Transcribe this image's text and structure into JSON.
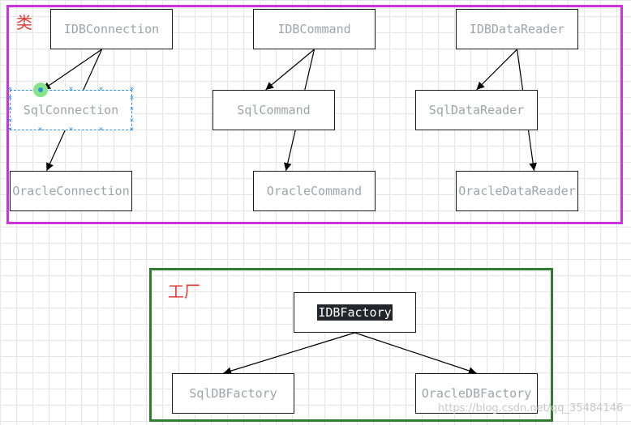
{
  "groups": {
    "classes": {
      "label": "类",
      "border_color": "#cc33dd"
    },
    "factory": {
      "label": "工厂",
      "border_color": "#2e7d32"
    }
  },
  "nodes": {
    "idb_connection": "IDBConnection",
    "idb_command": "IDBCommand",
    "idb_datareader": "IDBDataReader",
    "sql_connection": "SqlConnection",
    "sql_command": "SqlCommand",
    "sql_datareader": "SqlDataReader",
    "oracle_connection": "OracleConnection",
    "oracle_command": "OracleCommand",
    "oracle_datareader": "OracleDataReader",
    "idb_factory": "IDBFactory",
    "sql_db_factory": "SqlDBFactory",
    "oracle_db_factory": "OracleDBFactory"
  },
  "edges": [
    {
      "from": "idb_connection",
      "to": "sql_connection"
    },
    {
      "from": "idb_connection",
      "to": "oracle_connection"
    },
    {
      "from": "idb_command",
      "to": "sql_command"
    },
    {
      "from": "idb_command",
      "to": "oracle_command"
    },
    {
      "from": "idb_datareader",
      "to": "sql_datareader"
    },
    {
      "from": "idb_datareader",
      "to": "oracle_datareader"
    },
    {
      "from": "idb_factory",
      "to": "sql_db_factory"
    },
    {
      "from": "idb_factory",
      "to": "oracle_db_factory"
    }
  ],
  "selected_node": "sql_connection",
  "watermark": "https://blog.csdn.net/qq_35484146"
}
